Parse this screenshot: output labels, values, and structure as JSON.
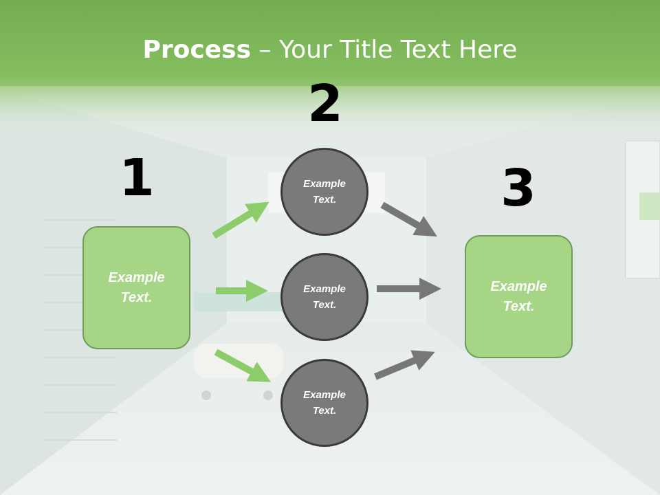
{
  "slide": {
    "title_bold": "Process",
    "title_rest": " – Your Title Text Here"
  },
  "steps": {
    "n1": "1",
    "n2": "2",
    "n3": "3"
  },
  "nodes": {
    "left_box": "Example Text.",
    "right_box": "Example Text.",
    "circle_top": "Example Text.",
    "circle_mid": "Example Text.",
    "circle_bot": "Example Text."
  },
  "colors": {
    "header_green": "#7fbd5b",
    "box_fill": "#a6d585",
    "circle_fill": "#7a7a7a",
    "green_arrow": "#8ccc6a",
    "gray_arrow": "#777777"
  }
}
